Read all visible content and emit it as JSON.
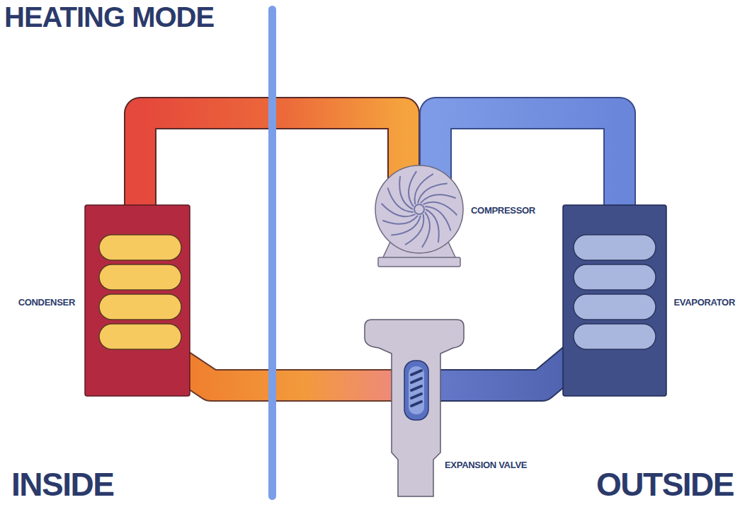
{
  "diagram": {
    "title": "HEATING MODE",
    "nodes": [
      {
        "text": [
          "CONDENSER"
        ]
      },
      {
        "text": [
          "COMPRESSOR"
        ]
      },
      {
        "text": [
          "EXPANSION VALVE"
        ]
      },
      {
        "text": [
          "EVAPORATOR"
        ]
      }
    ],
    "edges": [
      {
        "from": 1,
        "to": 0,
        "arrow": "none"
      },
      {
        "from": 0,
        "to": 2,
        "arrow": "none"
      },
      {
        "from": 2,
        "to": 3,
        "arrow": "none"
      },
      {
        "from": 3,
        "to": 1,
        "arrow": "none"
      }
    ],
    "labels": [
      "INSIDE",
      "OUTSIDE"
    ]
  }
}
